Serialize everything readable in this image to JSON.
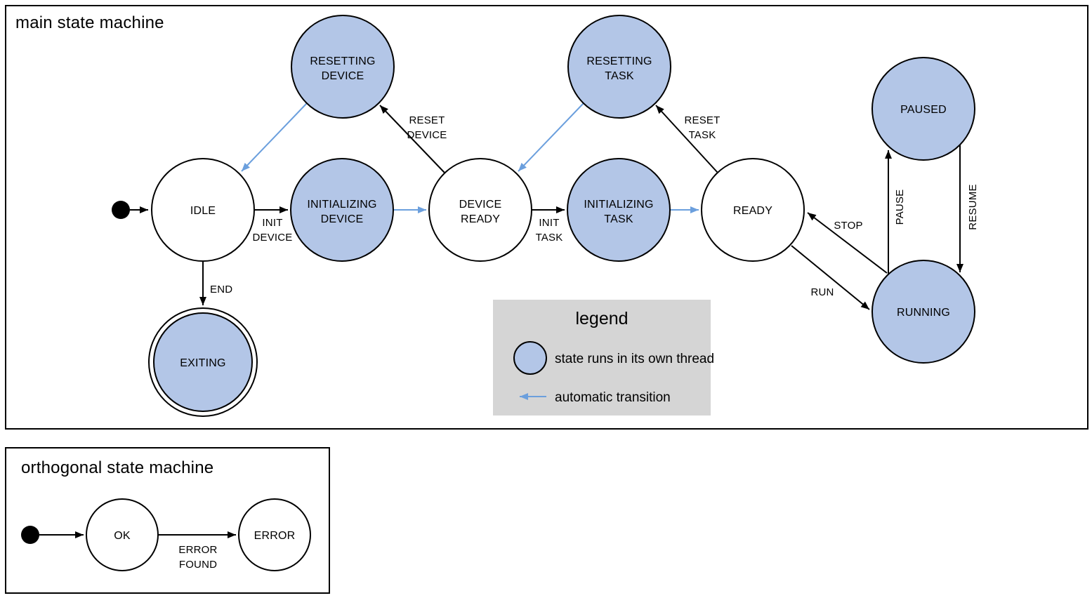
{
  "main": {
    "title": "main state machine",
    "states": {
      "idle": {
        "label": "IDLE"
      },
      "resetting_device": {
        "line1": "RESETTING",
        "line2": "DEVICE"
      },
      "initializing_device": {
        "line1": "INITIALIZING",
        "line2": "DEVICE"
      },
      "device_ready": {
        "line1": "DEVICE",
        "line2": "READY"
      },
      "resetting_task": {
        "line1": "RESETTING",
        "line2": "TASK"
      },
      "initializing_task": {
        "line1": "INITIALIZING",
        "line2": "TASK"
      },
      "ready": {
        "label": "READY"
      },
      "paused": {
        "label": "PAUSED"
      },
      "running": {
        "label": "RUNNING"
      },
      "exiting": {
        "label": "EXITING"
      }
    },
    "transitions": {
      "init_device": {
        "line1": "INIT",
        "line2": "DEVICE"
      },
      "init_task": {
        "line1": "INIT",
        "line2": "TASK"
      },
      "reset_device": {
        "line1": "RESET",
        "line2": "DEVICE"
      },
      "reset_task": {
        "line1": "RESET",
        "line2": "TASK"
      },
      "end": {
        "label": "END"
      },
      "stop": {
        "label": "STOP"
      },
      "run": {
        "label": "RUN"
      },
      "pause": {
        "label": "PAUSE"
      },
      "resume": {
        "label": "RESUME"
      }
    }
  },
  "legend": {
    "title": "legend",
    "thread_state_label": "state runs in its own thread",
    "automatic_transition_label": "automatic transition"
  },
  "orthogonal": {
    "title": "orthogonal state machine",
    "states": {
      "ok": {
        "label": "OK"
      },
      "error": {
        "label": "ERROR"
      }
    },
    "transitions": {
      "error_found": {
        "line1": "ERROR",
        "line2": "FOUND"
      }
    }
  },
  "colors": {
    "threaded_state_fill": "#b3c6e7",
    "automatic_transition_blue": "#6b9fdd",
    "legend_background": "#d5d5d5",
    "diagram_stroke": "#000000"
  }
}
